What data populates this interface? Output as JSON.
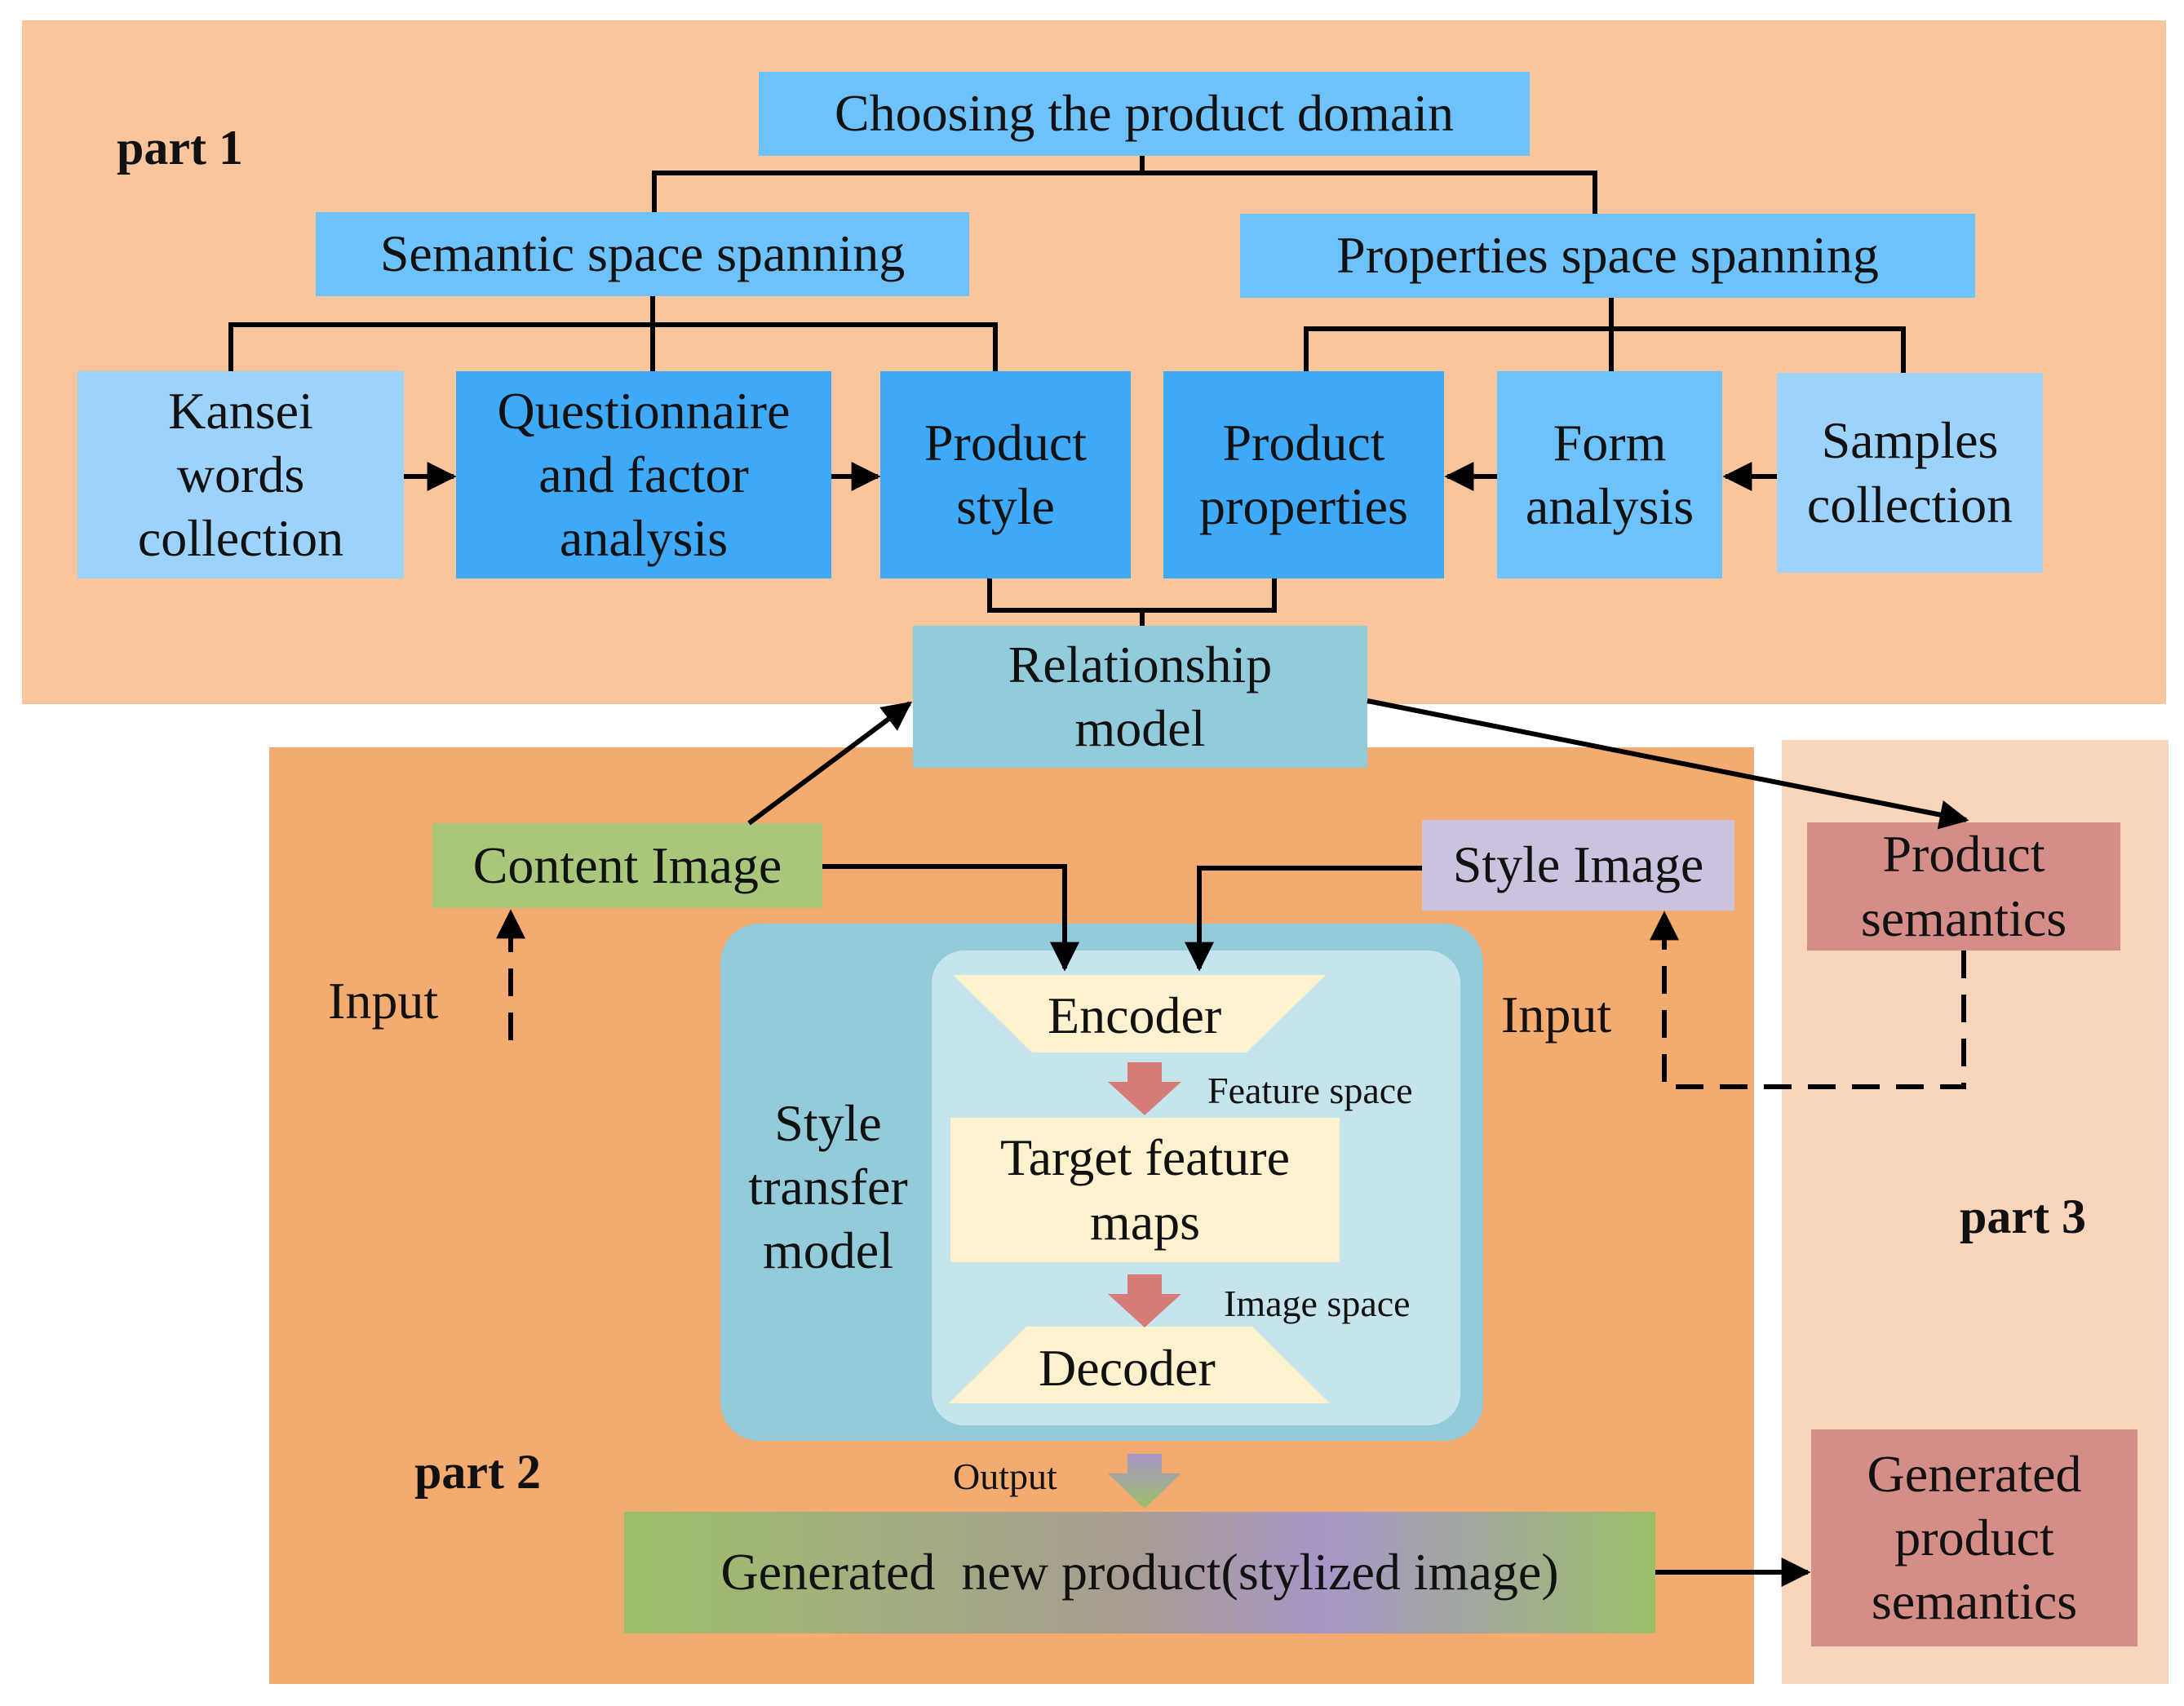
{
  "parts": {
    "part1": "part 1",
    "part2": "part 2",
    "part3": "part 3"
  },
  "nodes": {
    "domain": "Choosing the product domain",
    "semantic_space": "Semantic space spanning",
    "properties_space": "Properties space spanning",
    "kansei": [
      "Kansei",
      "words",
      "collection"
    ],
    "questionnaire": [
      "Questionnaire",
      "and factor",
      "analysis"
    ],
    "product_style": [
      "Product",
      "style"
    ],
    "product_properties": [
      "Product",
      "properties"
    ],
    "form_analysis": [
      "Form",
      "analysis"
    ],
    "samples": [
      "Samples",
      "collection"
    ],
    "relationship": [
      "Relationship",
      "model"
    ],
    "content_image": "Content Image",
    "style_image": "Style Image",
    "product_semantics": [
      "Product",
      "semantics"
    ],
    "style_transfer": [
      "Style",
      "transfer",
      "model"
    ],
    "encoder": "Encoder",
    "target_maps": [
      "Target feature",
      "maps"
    ],
    "decoder": "Decoder",
    "generated_product": "Generated  new product(stylized image)",
    "generated_semantics": [
      "Generated",
      "product",
      "semantics"
    ]
  },
  "labels": {
    "input_left": "Input",
    "input_right": "Input",
    "feature_space": "Feature space",
    "image_space": "Image space",
    "output": "Output"
  },
  "colors": {
    "part1_bg": "#f8c59d",
    "part2_bg": "#f4ab70",
    "part3_bg": "#f9d6bb",
    "blue_light": "#9dd2fb",
    "blue_mid": "#6ec2fb",
    "blue_strong": "#3fa9f9",
    "relationship": "#92cbdb",
    "content_green": "#a8c77b",
    "style_lavender": "#cbc2dd",
    "semantics_rose": "#d58d88",
    "style_model_outer": "#93cbdb",
    "style_model_inner": "#c5e4ec",
    "cream": "#fdf1ce",
    "red_arrow": "#d57c79"
  }
}
